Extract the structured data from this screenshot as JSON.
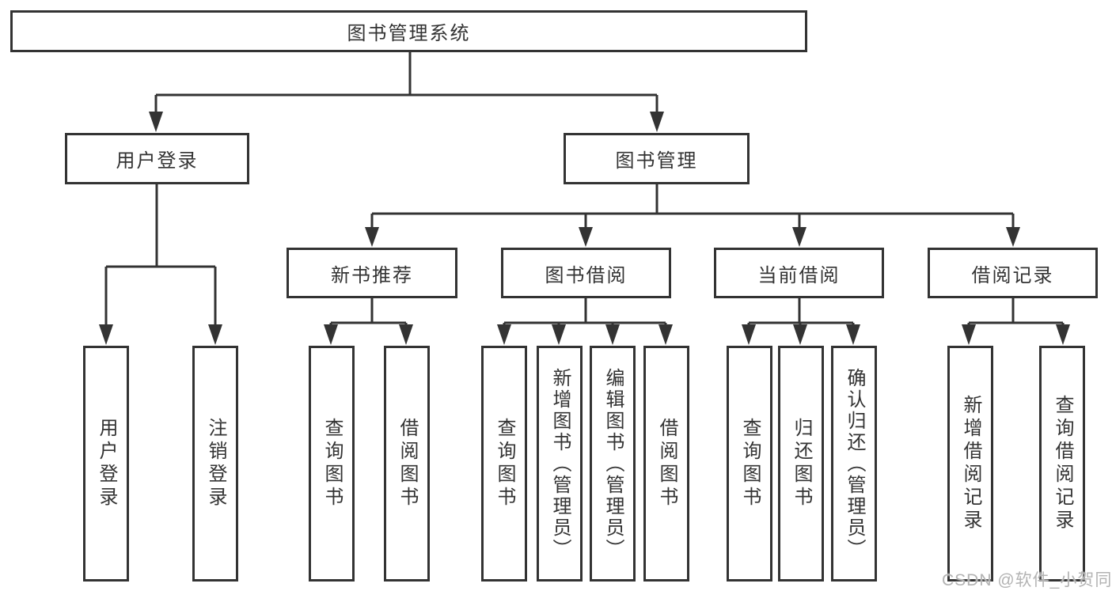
{
  "diagram": {
    "title": "图书管理系统",
    "colors": {
      "line": "#333333",
      "box_border": "#333333",
      "text": "#333333",
      "background": "#ffffff",
      "watermark": "#b3b3b3"
    },
    "tree": {
      "root": {
        "label": "图书管理系统"
      },
      "branches": [
        {
          "label": "用户登录",
          "children": [
            {
              "label": "用户登录"
            },
            {
              "label": "注销登录"
            }
          ]
        },
        {
          "label": "图书管理",
          "children": [
            {
              "label": "新书推荐",
              "children": [
                {
                  "label": "查询图书"
                },
                {
                  "label": "借阅图书"
                }
              ]
            },
            {
              "label": "图书借阅",
              "children": [
                {
                  "label": "查询图书"
                },
                {
                  "label": "新增图书（管理员）"
                },
                {
                  "label": "编辑图书（管理员）"
                },
                {
                  "label": "借阅图书"
                }
              ]
            },
            {
              "label": "当前借阅",
              "children": [
                {
                  "label": "查询图书"
                },
                {
                  "label": "归还图书"
                },
                {
                  "label": "确认归还（管理员）"
                }
              ]
            },
            {
              "label": "借阅记录",
              "children": [
                {
                  "label": "新增借阅记录"
                },
                {
                  "label": "查询借阅记录"
                }
              ]
            }
          ]
        }
      ]
    },
    "watermark": "CSDN @软件_小贺同学"
  }
}
